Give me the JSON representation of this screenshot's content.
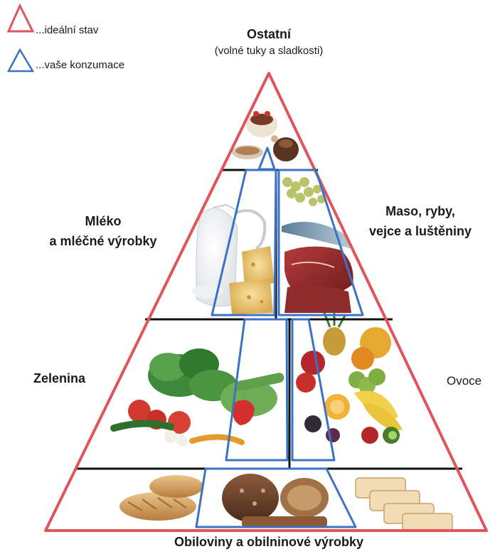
{
  "legend": {
    "ideal_label": "...ideální stav",
    "consumption_label": "...vaše konzumace",
    "ideal_color": "#e0555b",
    "consumption_color": "#3a72c4"
  },
  "tiers": {
    "top": {
      "title": "Ostatní",
      "subtitle": "(volné tuky a sladkosti)",
      "image_icon": "sweets-icon"
    },
    "second_left": {
      "line1": "Mléko",
      "line2": "a mléčné výrobky",
      "image_icon": "milk-and-cheese-icon"
    },
    "second_right": {
      "line1": "Maso, ryby,",
      "line2": "vejce a luštěniny",
      "image_icon": "meat-fish-icon"
    },
    "third_left": {
      "label": "Zelenina",
      "image_icon": "vegetables-icon"
    },
    "third_right": {
      "label": "Ovoce",
      "image_icon": "fruit-icon"
    },
    "base": {
      "label": "Obiloviny a obilninové výrobky",
      "image_icon": "bread-icon"
    }
  },
  "colors": {
    "pyramid_outline": "#e0555b",
    "consumption_outline": "#3a72c4",
    "divider": "#111111"
  }
}
